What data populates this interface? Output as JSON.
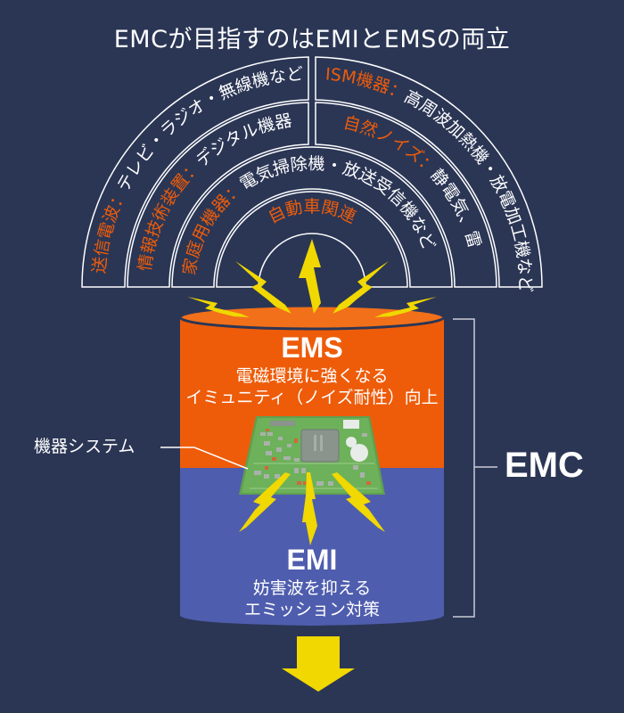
{
  "title": "EMCが目指すのはEMIとEMSの両立",
  "colors": {
    "background": "#2b3655",
    "accent_orange": "#ee5c0a",
    "ems_fill": "#ee5c0a",
    "emi_fill": "#4f5dae",
    "lightning": "#f0d800",
    "arrow": "#f0d800",
    "pcb": "#5fa04f",
    "line": "#ffffff"
  },
  "noise_sources": [
    {
      "category": "送信電波",
      "separator": "：",
      "examples": "テレビ・ラジオ・無線機など",
      "ring": 1,
      "side": "left"
    },
    {
      "category": "ISM機器",
      "separator": "：",
      "examples": "高周波加熱機・放電加工機など",
      "ring": 1,
      "side": "right"
    },
    {
      "category": "情報技術装置",
      "separator": "：",
      "examples": "デジタル機器",
      "ring": 2,
      "side": "left"
    },
    {
      "category": "自然ノイズ",
      "separator": "：",
      "examples": "静電気、雷",
      "ring": 2,
      "side": "right"
    },
    {
      "category": "家庭用機器",
      "separator": "：",
      "examples": "電気掃除機・放送受信機など",
      "ring": 3,
      "side": "full"
    },
    {
      "category": "自動車関連",
      "separator": "",
      "examples": "",
      "ring": 4,
      "side": "full"
    }
  ],
  "ems": {
    "title": "EMS",
    "line1": "電磁環境に強くなる",
    "line2": "イミュニティ（ノイズ耐性）向上"
  },
  "emi": {
    "title": "EMI",
    "line1": "妨害波を抑える",
    "line2": "エミッション対策"
  },
  "device_label": "機器システム",
  "emc_label": "EMC",
  "icons": {
    "incoming": "lightning-bolt-icon",
    "outgoing": "lightning-bolt-icon",
    "output_arrow": "arrow-down-icon",
    "device": "circuit-board-icon"
  }
}
